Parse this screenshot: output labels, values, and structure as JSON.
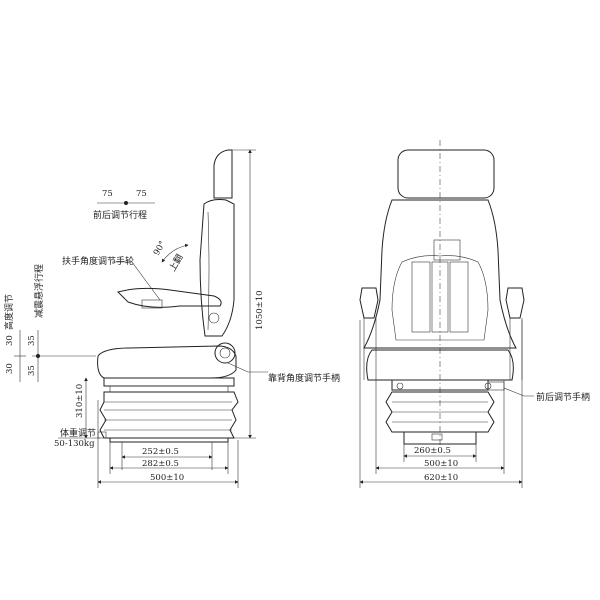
{
  "side_view": {
    "fore_aft_left": "75",
    "fore_aft_right": "75",
    "fore_aft_label": "前后调节行程",
    "armrest_wheel_label": "扶手角度调节手轮",
    "armrest_angle": "90°",
    "armrest_flip": "上翻",
    "height_label": "高度调节",
    "suspension_label": "减震悬浮行程",
    "height_top": "30",
    "height_bottom": "30",
    "susp_top": "35",
    "susp_bottom": "35",
    "backrest_handle_label": "靠背角度调节手柄",
    "weight_label": "体重调节",
    "weight_range": "50-130kg",
    "height_dim": "310±10",
    "total_height": "1050±10",
    "rail_inner": "252±0.5",
    "rail_outer": "282±0.5",
    "depth": "500±10"
  },
  "front_view": {
    "fore_aft_handle_label": "前后调节手柄",
    "rail_width": "260±0.5",
    "seat_width": "500±10",
    "overall_width": "620±10"
  }
}
